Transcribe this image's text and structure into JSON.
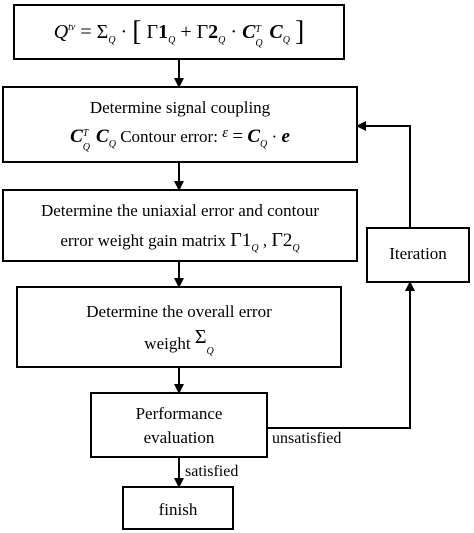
{
  "nodes": {
    "formula": {
      "lhs": "Q",
      "lhs_sup": "tv",
      "equals": "=",
      "sigma": "Σ",
      "sigma_sub": "Q",
      "dot": "·",
      "lbracket": "[",
      "gamma1": "Γ",
      "gamma1_num": "1",
      "gamma1_sub": "Q",
      "plus": "+",
      "gamma2": "Γ",
      "gamma2_num": "2",
      "gamma2_sub": "Q",
      "c1": "C",
      "c1_sub": "Q",
      "c1_sup": "T",
      "c2": "C",
      "c2_sub": "Q",
      "rbracket": "]"
    },
    "coupling": {
      "line1": "Determine signal coupling",
      "c1": "C",
      "c1_sub": "Q",
      "c1_sup": "T",
      "c2": "C",
      "c2_sub": "Q",
      "text": "Contour error:",
      "eps": "ε",
      "eq": "=",
      "c3": "C",
      "c3_sub": "Q",
      "dot": "·",
      "e": "e"
    },
    "uniaxial": {
      "line1": "Determine the uniaxial error and contour",
      "line2": "error weight gain matrix",
      "g1": "Γ",
      "g1_num": "1",
      "g1_sub": "Q",
      "comma": ",",
      "g2": "Γ",
      "g2_num": "2",
      "g2_sub": "Q"
    },
    "overall": {
      "line1": "Determine the overall error",
      "line2": "weight",
      "sigma": "Σ",
      "sigma_sub": "Q"
    },
    "performance": {
      "line1": "Performance",
      "line2": "evaluation"
    },
    "iteration": {
      "label": "Iteration"
    },
    "finish": {
      "label": "finish"
    }
  },
  "edges": {
    "unsatisfied": "unsatisfied",
    "satisfied": "satisfied"
  }
}
